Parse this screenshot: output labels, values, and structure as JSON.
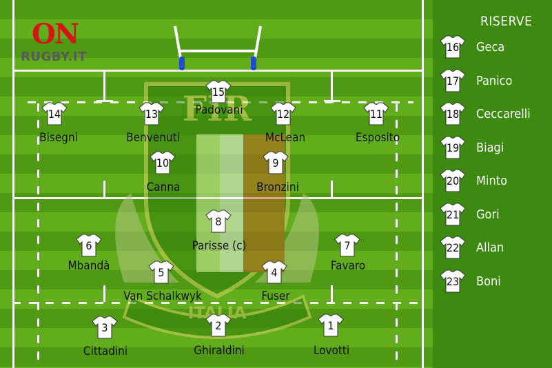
{
  "logo": {
    "on": "ON",
    "site": "RUGBY.IT"
  },
  "emblem": {
    "letters": "FIR",
    "banner": "ITALIA",
    "colors": [
      "#4f9a12",
      "#ffffff",
      "#c0392b"
    ]
  },
  "starters": [
    {
      "num": "15",
      "name": "Padovani"
    },
    {
      "num": "14",
      "name": "Bisegni"
    },
    {
      "num": "13",
      "name": "Benvenuti"
    },
    {
      "num": "12",
      "name": "McLean"
    },
    {
      "num": "11",
      "name": "Esposito"
    },
    {
      "num": "10",
      "name": "Canna"
    },
    {
      "num": "9",
      "name": "Bronzini"
    },
    {
      "num": "8",
      "name": "Parisse (c)"
    },
    {
      "num": "6",
      "name": "Mbandà"
    },
    {
      "num": "7",
      "name": "Favaro"
    },
    {
      "num": "5",
      "name": "Van Schalkwyk"
    },
    {
      "num": "4",
      "name": "Fuser"
    },
    {
      "num": "3",
      "name": "Cittadini"
    },
    {
      "num": "2",
      "name": "Ghiraldini"
    },
    {
      "num": "1",
      "name": "Lovotti"
    }
  ],
  "bench": {
    "title": "RISERVE",
    "players": [
      {
        "num": "16",
        "name": "Geca"
      },
      {
        "num": "17",
        "name": "Panico"
      },
      {
        "num": "18",
        "name": "Ceccarelli"
      },
      {
        "num": "19",
        "name": "Biagi"
      },
      {
        "num": "20",
        "name": "Minto"
      },
      {
        "num": "21",
        "name": "Gori"
      },
      {
        "num": "22",
        "name": "Allan"
      },
      {
        "num": "23",
        "name": "Boni"
      }
    ]
  },
  "colors": {
    "pitch_dark": "#4f9a12",
    "pitch_light": "#62ad1c",
    "bench_bg": "#3c8a0f",
    "posts": "#ffffff",
    "post_pads": "#1f4fcf",
    "logo_red": "#d51515"
  }
}
